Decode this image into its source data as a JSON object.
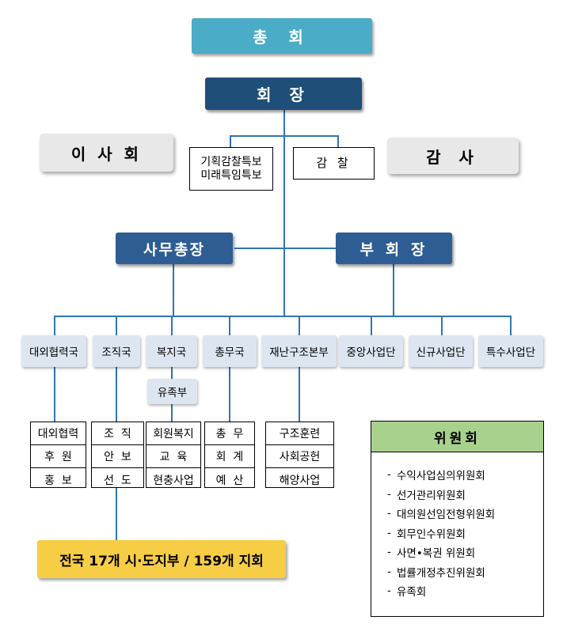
{
  "general_assembly": "총 회",
  "president": "회 장",
  "board": "이 사 회",
  "special_advisors": [
    "기획감찰특보",
    "미래특임특보"
  ],
  "inspection": "감 찰",
  "auditor": "감 사",
  "secretary_general": "사무총장",
  "vice_president": "부 회 장",
  "departments": [
    "대외협력국",
    "조직국",
    "복지국",
    "총무국",
    "재난구조본부",
    "중앙사업단",
    "신규사업단",
    "특수사업단"
  ],
  "welfare_sub": "유족부",
  "duties": {
    "external": [
      "대외협력",
      "후  원",
      "홍  보"
    ],
    "organization": [
      "조  직",
      "안  보",
      "선  도"
    ],
    "welfare": [
      "회원복지",
      "교  육",
      "현충사업"
    ],
    "general_affairs": [
      "총  무",
      "회  계",
      "예  산"
    ],
    "disaster": [
      "구조훈련",
      "사회공헌",
      "해양사업"
    ]
  },
  "branches": "전국 17개 시·도지부 / 159개 지회",
  "committee": {
    "title": "위원회",
    "items": [
      "수익사업심의위원회",
      "선거관리위원회",
      "대의원선임전형위원회",
      "회무인수위원회",
      "사면•복권 위원회",
      "법률개정추진위원회",
      "유족회"
    ]
  }
}
